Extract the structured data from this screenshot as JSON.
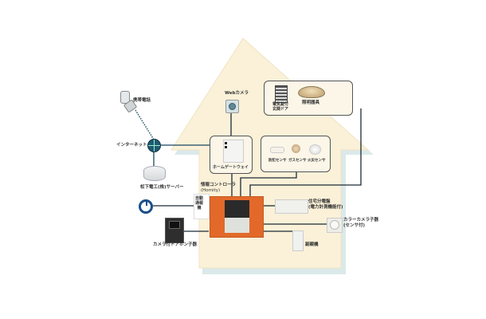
{
  "diagram": {
    "title": "Home network system",
    "colors": {
      "house_fill": "#faf1d8",
      "house_shadow": "#d8e8e8",
      "controller": "#e2692a",
      "line": "#1c2a36",
      "globe": "#1f5a72",
      "ring": "#1a4f8a"
    },
    "external": {
      "mobile_phone": "携帯電話",
      "internet": "インターネット",
      "server": "松下電工(株)サーバー",
      "auto_notifier": "自動\n通報\n機"
    },
    "devices": {
      "web_camera": "Webカメラ",
      "electric_lock_door": "電気錠付\n玄関ドア",
      "lighting": "照明器具",
      "home_gateway": "ホームゲートウェイ",
      "crime_sensor": "防犯センサ",
      "gas_sensor": "ガスセンサ",
      "fire_sensor": "火災センサ",
      "controller_name": "情報コントローラ",
      "controller_sub": "(Homity)",
      "distribution_board": "住宅分電盤",
      "distribution_board_sub": "(電力計測機能付)",
      "color_camera": "カラーカメラ子器",
      "color_camera_sub": "(センサ付)",
      "sub_unit": "副親機",
      "door_phone": "カメラ付ドアホン子器"
    }
  }
}
